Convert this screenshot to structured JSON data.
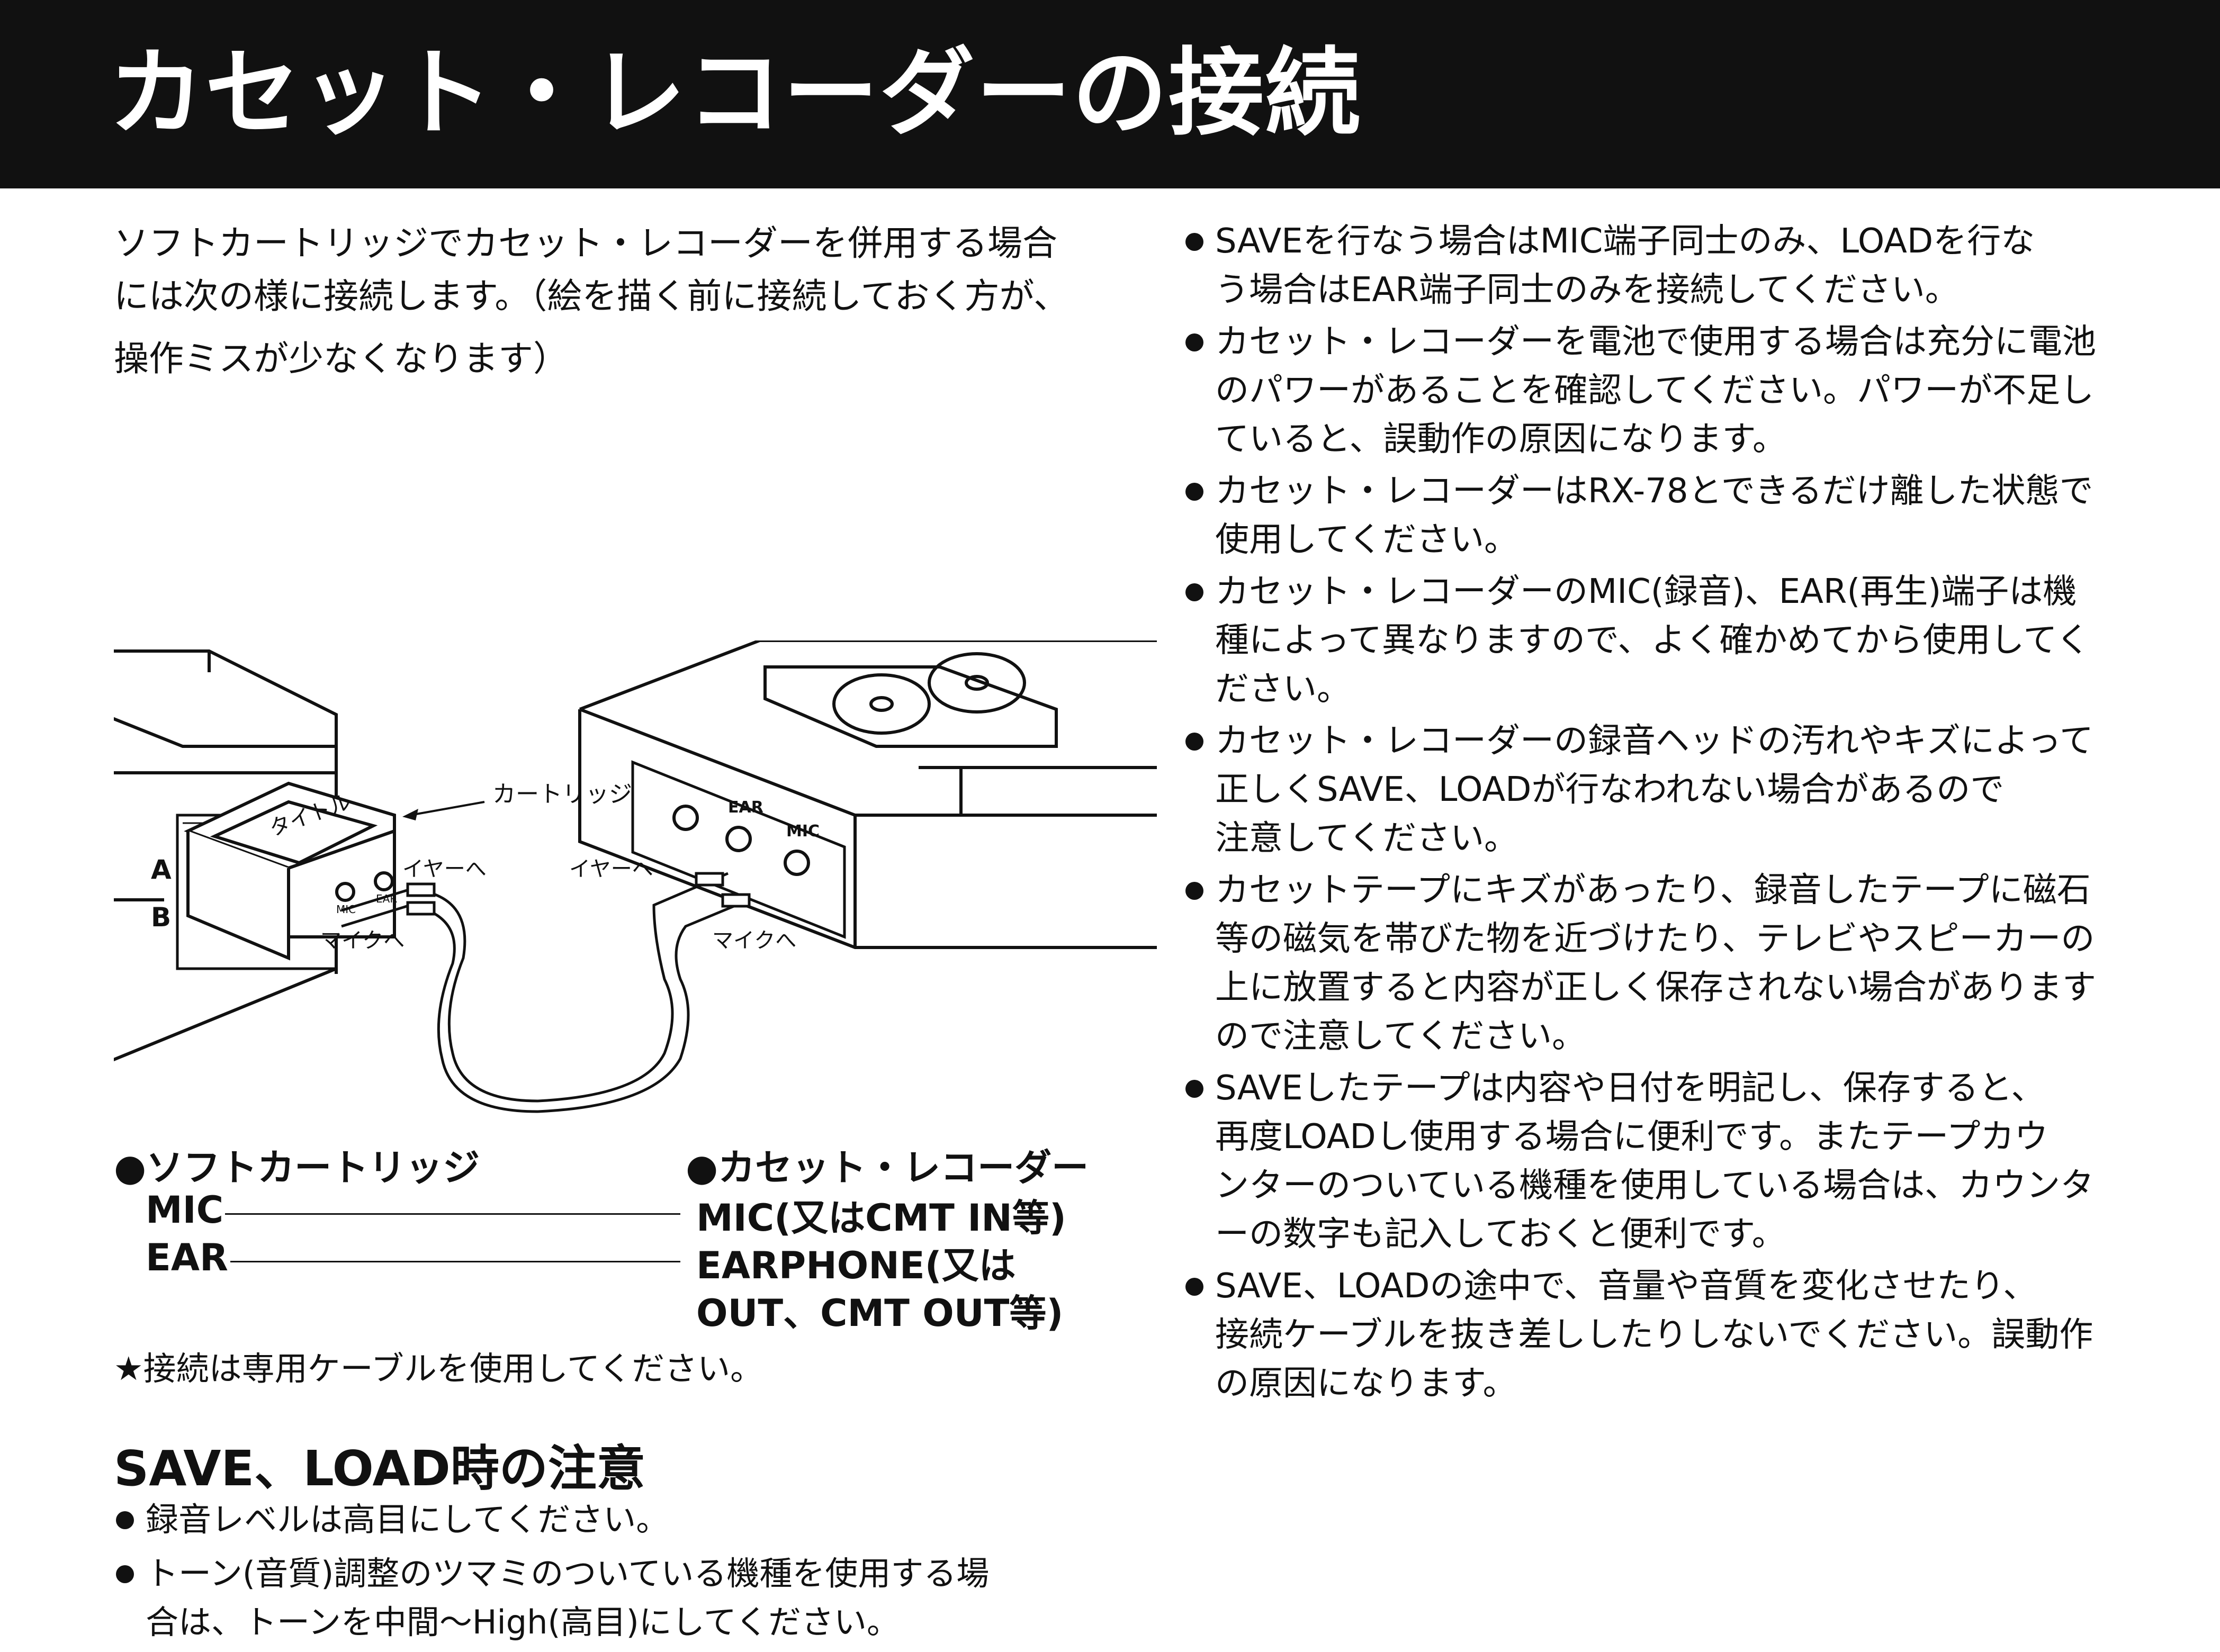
{
  "title": "カセット・レコーダーの接続",
  "intro_lines": [
    "ソフトカートリッジでカセット・レコーダーを併用する場合",
    "には次の様に接続します。（絵を描く前に接続しておく方が、",
    "操作ミスが少なくなります）"
  ],
  "diagram": {
    "cartridge_label": "カートリッジ",
    "cartridge_title": "タイトル",
    "slot_a": "A",
    "slot_b": "B",
    "cart_mic": "MIC",
    "cart_ear": "EAR",
    "recorder_ear": "EAR",
    "recorder_mic": "MIC",
    "to_ear_left": "イヤーへ",
    "to_mic_left": "マイクへ",
    "to_ear_right": "イヤーへ",
    "to_mic_right": "マイクへ"
  },
  "connection": {
    "left_header": "●ソフトカートリッジ",
    "right_header": "●カセット・レコーダー",
    "rows": [
      {
        "left": "MIC",
        "right": [
          "MIC(又はCMT IN等)"
        ]
      },
      {
        "left": "EAR",
        "right": [
          "EARPHONE(又は",
          "OUT、CMT OUT等)"
        ]
      }
    ]
  },
  "note": "★接続は専用ケーブルを使用してください。",
  "save_section": {
    "title": "SAVE、LOAD時の注意",
    "items": [
      [
        "録音レベルは高目にしてください。"
      ],
      [
        "トーン(音質)調整のツマミのついている機種を使用する場",
        "合は、トーンを中間〜High(高目)にしてください。"
      ]
    ]
  },
  "right_items": [
    [
      "SAVEを行なう場合はMIC端子同士のみ、LOADを行な",
      "う場合はEAR端子同士のみを接続してください。"
    ],
    [
      "カセット・レコーダーを電池で使用する場合は充分に電池",
      "のパワーがあることを確認してください。パワーが不足し",
      "ていると、誤動作の原因になります。"
    ],
    [
      "カセット・レコーダーはRX-78とできるだけ離した状態で",
      "使用してください。"
    ],
    [
      "カセット・レコーダーのMIC(録音)、EAR(再生)端子は機",
      "種によって異なりますので、よく確かめてから使用してく",
      "ださい。"
    ],
    [
      "カセット・レコーダーの録音ヘッドの汚れやキズによって",
      "正しくSAVE、LOADが行なわれない場合があるので",
      "注意してください。"
    ],
    [
      "カセットテープにキズがあったり、録音したテープに磁石",
      "等の磁気を帯びた物を近づけたり、テレビやスピーカーの",
      "上に放置すると内容が正しく保存されない場合があります",
      "ので注意してください。"
    ],
    [
      "SAVEしたテープは内容や日付を明記し、保存すると、",
      "再度LOADし使用する場合に便利です。またテープカウ",
      "ンターのついている機種を使用している場合は、カウンタ",
      "ーの数字も記入しておくと便利です。"
    ],
    [
      "SAVE、LOADの途中で、音量や音質を変化させたり、",
      "接続ケーブルを抜き差ししたりしないでください。誤動作",
      "の原因になります。"
    ]
  ]
}
